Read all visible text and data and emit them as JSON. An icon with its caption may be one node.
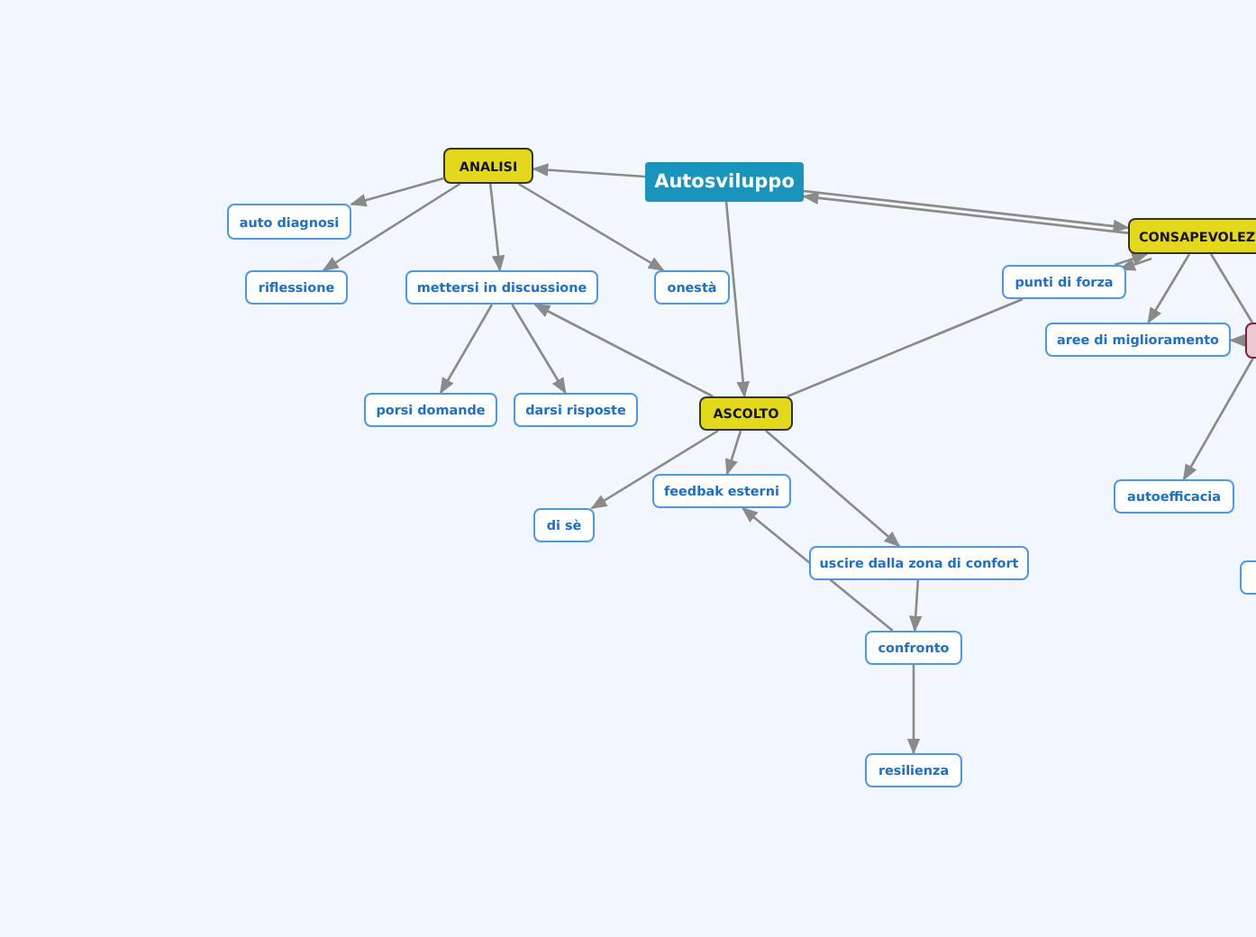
{
  "diagram": {
    "nodes": [
      {
        "text": [
          "Autosviluppo"
        ]
      },
      {
        "text": [
          "ANALISI"
        ]
      },
      {
        "text": [
          "auto diagnosi"
        ]
      },
      {
        "text": [
          "riflessione"
        ]
      },
      {
        "text": [
          "mettersi in discussione"
        ]
      },
      {
        "text": [
          "onestà"
        ]
      },
      {
        "text": [
          "porsi domande"
        ]
      },
      {
        "text": [
          "darsi risposte"
        ]
      },
      {
        "text": [
          "ASCOLTO"
        ]
      },
      {
        "text": [
          "di sè"
        ]
      },
      {
        "text": [
          "feedbak esterni"
        ]
      },
      {
        "text": [
          "uscire dalla zona di confort"
        ]
      },
      {
        "text": [
          "confronto"
        ]
      },
      {
        "text": [
          "resilienza"
        ]
      },
      {
        "text": [
          "CONSAPEVOLEZ"
        ]
      },
      {
        "text": [
          "punti di forza"
        ]
      },
      {
        "text": [
          "aree di miglioramento"
        ]
      },
      {
        "text": [],
        "shape": "box"
      },
      {
        "text": [
          "autoefficacia"
        ]
      },
      {
        "text": [],
        "shape": "box"
      }
    ],
    "edges": [
      {
        "from": 0,
        "to": 1,
        "arrow": "to"
      },
      {
        "from": 0,
        "to": 14,
        "arrow": "to"
      },
      {
        "from": 14,
        "to": 0,
        "arrow": "to"
      },
      {
        "from": 0,
        "to": 8,
        "arrow": "to"
      },
      {
        "from": 1,
        "to": 2,
        "arrow": "to"
      },
      {
        "from": 1,
        "to": 3,
        "arrow": "to"
      },
      {
        "from": 1,
        "to": 4,
        "arrow": "to"
      },
      {
        "from": 1,
        "to": 5,
        "arrow": "to"
      },
      {
        "from": 4,
        "to": 6,
        "arrow": "to"
      },
      {
        "from": 4,
        "to": 7,
        "arrow": "to"
      },
      {
        "from": 8,
        "to": 4,
        "arrow": "to"
      },
      {
        "from": 8,
        "to": 9,
        "arrow": "to"
      },
      {
        "from": 8,
        "to": 10,
        "arrow": "to"
      },
      {
        "from": 8,
        "to": 11,
        "arrow": "to"
      },
      {
        "from": 11,
        "to": 12,
        "arrow": "to"
      },
      {
        "from": 12,
        "to": 10,
        "arrow": "to"
      },
      {
        "from": 12,
        "to": 13,
        "arrow": "to"
      },
      {
        "from": 8,
        "to": 15,
        "arrow": "none"
      },
      {
        "from": 15,
        "to": 14,
        "arrow": "to"
      },
      {
        "from": 14,
        "to": 15,
        "arrow": "to"
      },
      {
        "from": 14,
        "to": 16,
        "arrow": "to"
      },
      {
        "from": 14,
        "to": 17,
        "arrow": "none"
      },
      {
        "from": 17,
        "to": 16,
        "arrow": "to"
      },
      {
        "from": 17,
        "to": 18,
        "arrow": "to"
      }
    ]
  }
}
